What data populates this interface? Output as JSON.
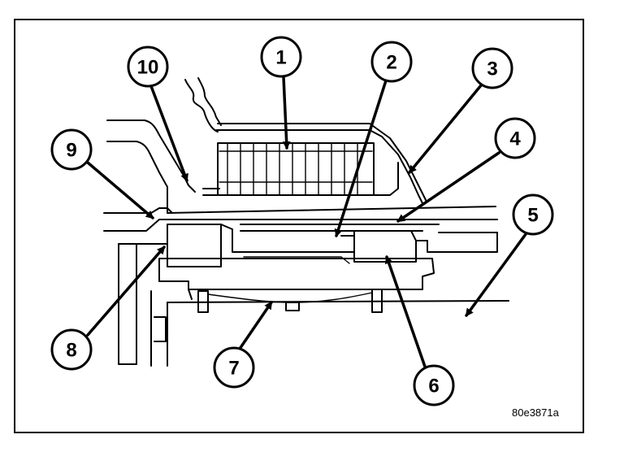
{
  "diagram": {
    "figure_code": "80e3871a",
    "callouts": [
      {
        "id": "1",
        "label": "1"
      },
      {
        "id": "2",
        "label": "2"
      },
      {
        "id": "3",
        "label": "3"
      },
      {
        "id": "4",
        "label": "4"
      },
      {
        "id": "5",
        "label": "5"
      },
      {
        "id": "6",
        "label": "6"
      },
      {
        "id": "7",
        "label": "7"
      },
      {
        "id": "8",
        "label": "8"
      },
      {
        "id": "9",
        "label": "9"
      },
      {
        "id": "10",
        "label": "10"
      }
    ]
  }
}
